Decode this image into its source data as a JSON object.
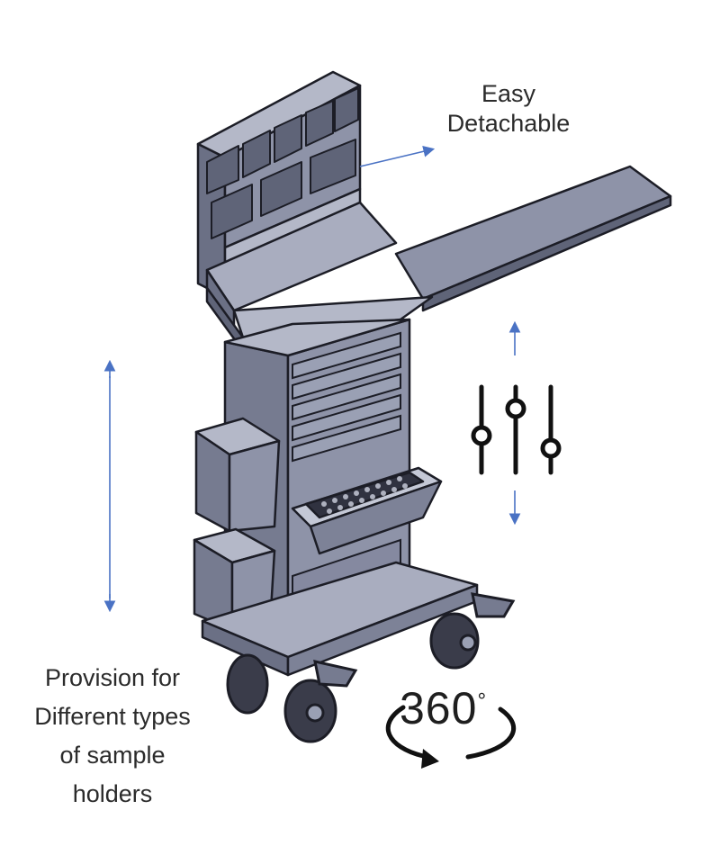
{
  "labels": {
    "detachable_line1": "Easy",
    "detachable_line2": "Detachable",
    "provision_line1": "Provision for",
    "provision_line2": "Different types",
    "provision_line3": "of sample",
    "provision_line4": "holders",
    "rotation_text": "360",
    "rotation_degree": "°"
  },
  "colors": {
    "body": "#8e93a8",
    "body_dark": "#5f6478",
    "body_light": "#b4b8c8",
    "outline": "#1c1d26",
    "arrow": "#4a72c4",
    "icon": "#111111"
  },
  "icons": {
    "height_adjust": "sliders-icon",
    "rotation": "rotate-360-icon",
    "height_span": "double-arrow-icon"
  }
}
